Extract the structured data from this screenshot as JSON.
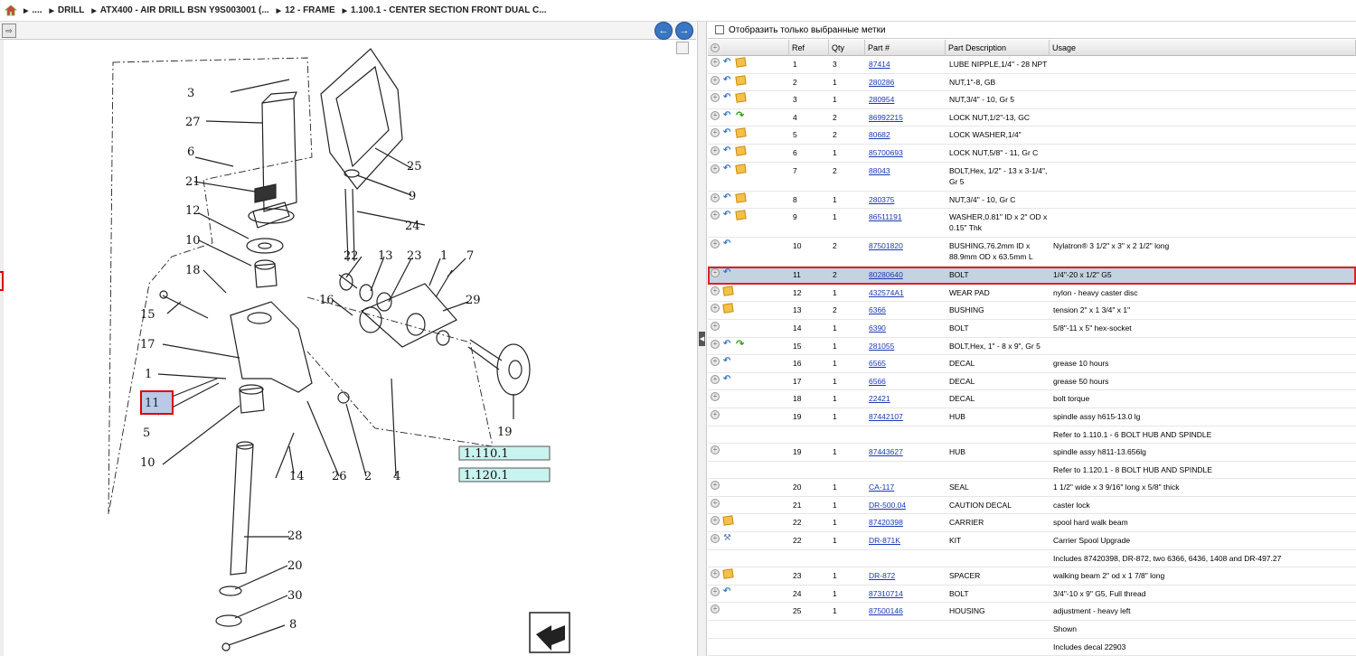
{
  "breadcrumb": {
    "home_icon": "home-icon",
    "items": [
      "....",
      "DRILL",
      "ATX400 - AIR DRILL BSN Y9S003001 (...",
      "12 - FRAME",
      "1.100.1 - CENTER SECTION FRONT DUAL C..."
    ]
  },
  "left_panel": {
    "expand_icon": "expand-icon",
    "prev_icon": "arrow-left-icon",
    "next_icon": "arrow-right-icon",
    "nav_glyph_prev": "←",
    "nav_glyph_next": "→"
  },
  "diagram": {
    "labels": [
      "3",
      "27",
      "6",
      "21",
      "12",
      "10",
      "18",
      "15",
      "17",
      "1",
      "11",
      "5",
      "10",
      "25",
      "9",
      "24",
      "22",
      "13",
      "23",
      "1",
      "7",
      "29",
      "16",
      "19",
      "14",
      "26",
      "2",
      "4",
      "28",
      "20",
      "30",
      "8"
    ],
    "highlighted_label": "11",
    "references": [
      "1.110.1",
      "1.120.1"
    ]
  },
  "right_panel": {
    "filter_label": "Отобразить только выбранные метки",
    "columns": [
      "Ref",
      "Qty",
      "Part #",
      "Part Description",
      "Usage"
    ],
    "rows": [
      {
        "ref": "1",
        "qty": "3",
        "part": "87414",
        "desc": "LUBE NIPPLE,1/4\" - 28 NPT",
        "usage": "",
        "icons": [
          "add",
          "arrow",
          "box"
        ]
      },
      {
        "ref": "2",
        "qty": "1",
        "part": "280286",
        "desc": "NUT,1\"-8, GB",
        "usage": "",
        "icons": [
          "add",
          "arrow",
          "box"
        ]
      },
      {
        "ref": "3",
        "qty": "1",
        "part": "280954",
        "desc": "NUT,3/4\" - 10, Gr 5",
        "usage": "",
        "icons": [
          "add",
          "arrow",
          "box"
        ]
      },
      {
        "ref": "4",
        "qty": "2",
        "part": "86992215",
        "desc": "LOCK NUT,1/2\"-13, GC",
        "usage": "",
        "icons": [
          "add",
          "arrow",
          "green"
        ]
      },
      {
        "ref": "5",
        "qty": "2",
        "part": "80682",
        "desc": "LOCK WASHER,1/4\"",
        "usage": "",
        "icons": [
          "add",
          "arrow",
          "box"
        ]
      },
      {
        "ref": "6",
        "qty": "1",
        "part": "85700693",
        "desc": "LOCK NUT,5/8\" - 11, Gr C",
        "usage": "",
        "icons": [
          "add",
          "arrow",
          "box"
        ]
      },
      {
        "ref": "7",
        "qty": "2",
        "part": "88043",
        "desc": "BOLT,Hex, 1/2\" - 13 x 3-1/4\", Gr 5",
        "usage": "",
        "icons": [
          "add",
          "arrow",
          "box"
        ]
      },
      {
        "ref": "8",
        "qty": "1",
        "part": "280375",
        "desc": "NUT,3/4\" - 10, Gr C",
        "usage": "",
        "icons": [
          "add",
          "arrow",
          "box"
        ]
      },
      {
        "ref": "9",
        "qty": "1",
        "part": "86511191",
        "desc": "WASHER,0.81\" ID x 2\" OD x 0.15\" Thk",
        "usage": "",
        "icons": [
          "add",
          "arrow",
          "box"
        ]
      },
      {
        "ref": "10",
        "qty": "2",
        "part": "87501820",
        "desc": "BUSHING,76.2mm ID x 88.9mm OD x 63.5mm L",
        "usage": "Nylatron® 3 1/2\" x 3\" x 2 1/2\" long",
        "icons": [
          "add",
          "arrow"
        ]
      },
      {
        "ref": "11",
        "qty": "2",
        "part": "80280640",
        "desc": "BOLT",
        "usage": "1/4\"-20 x 1/2\" G5",
        "icons": [
          "add",
          "arrow"
        ],
        "selected": true
      },
      {
        "ref": "12",
        "qty": "1",
        "part": "432574A1",
        "desc": "WEAR PAD",
        "usage": "nylon - heavy caster disc",
        "icons": [
          "add",
          "box"
        ]
      },
      {
        "ref": "13",
        "qty": "2",
        "part": "6366",
        "desc": "BUSHING",
        "usage": "tension 2\" x 1 3/4\" x 1\"",
        "icons": [
          "add",
          "box"
        ]
      },
      {
        "ref": "14",
        "qty": "1",
        "part": "6390",
        "desc": "BOLT",
        "usage": "5/8\"-11 x 5\" hex-socket",
        "icons": [
          "add"
        ]
      },
      {
        "ref": "15",
        "qty": "1",
        "part": "281055",
        "desc": "BOLT,Hex, 1\" - 8 x 9\", Gr 5",
        "usage": "",
        "icons": [
          "add",
          "arrow",
          "green"
        ]
      },
      {
        "ref": "16",
        "qty": "1",
        "part": "6565",
        "desc": "DECAL",
        "usage": "grease 10 hours",
        "icons": [
          "add",
          "arrow"
        ]
      },
      {
        "ref": "17",
        "qty": "1",
        "part": "6566",
        "desc": "DECAL",
        "usage": "grease 50 hours",
        "icons": [
          "add",
          "arrow"
        ]
      },
      {
        "ref": "18",
        "qty": "1",
        "part": "22421",
        "desc": "DECAL",
        "usage": "bolt torque",
        "icons": [
          "add"
        ]
      },
      {
        "ref": "19",
        "qty": "1",
        "part": "87442107",
        "desc": "HUB",
        "usage": "spindle assy h615-13.0 lg",
        "icons": [
          "add"
        ]
      },
      {
        "ref": "",
        "qty": "",
        "part": "",
        "desc": "",
        "usage": "Refer to 1.110.1 - 6 BOLT HUB AND SPINDLE",
        "icons": []
      },
      {
        "ref": "19",
        "qty": "1",
        "part": "87443627",
        "desc": "HUB",
        "usage": "spindle assy h811-13.656lg",
        "icons": [
          "add"
        ]
      },
      {
        "ref": "",
        "qty": "",
        "part": "",
        "desc": "",
        "usage": "Refer to 1.120.1 - 8 BOLT HUB AND SPINDLE",
        "icons": []
      },
      {
        "ref": "20",
        "qty": "1",
        "part": "CA-117",
        "desc": "SEAL",
        "usage": "1 1/2\" wide x 3 9/16\" long x 5/8\" thick",
        "icons": [
          "add"
        ]
      },
      {
        "ref": "21",
        "qty": "1",
        "part": "DR-500.04",
        "desc": "CAUTION DECAL",
        "usage": "caster lock",
        "icons": [
          "add"
        ]
      },
      {
        "ref": "22",
        "qty": "1",
        "part": "87420398",
        "desc": "CARRIER",
        "usage": "spool hard walk beam",
        "icons": [
          "add",
          "box"
        ]
      },
      {
        "ref": "22",
        "qty": "1",
        "part": "DR-871K",
        "desc": "KIT",
        "usage": "Carrier Spool Upgrade",
        "icons": [
          "add",
          "wrench"
        ]
      },
      {
        "ref": "",
        "qty": "",
        "part": "",
        "desc": "",
        "usage": "Includes 87420398, DR-872, two 6366, 6436, 1408 and DR-497.27",
        "icons": []
      },
      {
        "ref": "23",
        "qty": "1",
        "part": "DR-872",
        "desc": "SPACER",
        "usage": "walking beam 2\" od x 1 7/8\" long",
        "icons": [
          "add",
          "box"
        ]
      },
      {
        "ref": "24",
        "qty": "1",
        "part": "87310714",
        "desc": "BOLT",
        "usage": "3/4\"-10 x 9\" G5, Full thread",
        "icons": [
          "add",
          "arrow"
        ]
      },
      {
        "ref": "25",
        "qty": "1",
        "part": "87500146",
        "desc": "HOUSING",
        "usage": "adjustment - heavy left",
        "icons": [
          "add"
        ]
      },
      {
        "ref": "",
        "qty": "",
        "part": "",
        "desc": "",
        "usage": "Shown",
        "icons": []
      },
      {
        "ref": "",
        "qty": "",
        "part": "",
        "desc": "",
        "usage": "Includes decal 22903",
        "icons": []
      }
    ]
  }
}
